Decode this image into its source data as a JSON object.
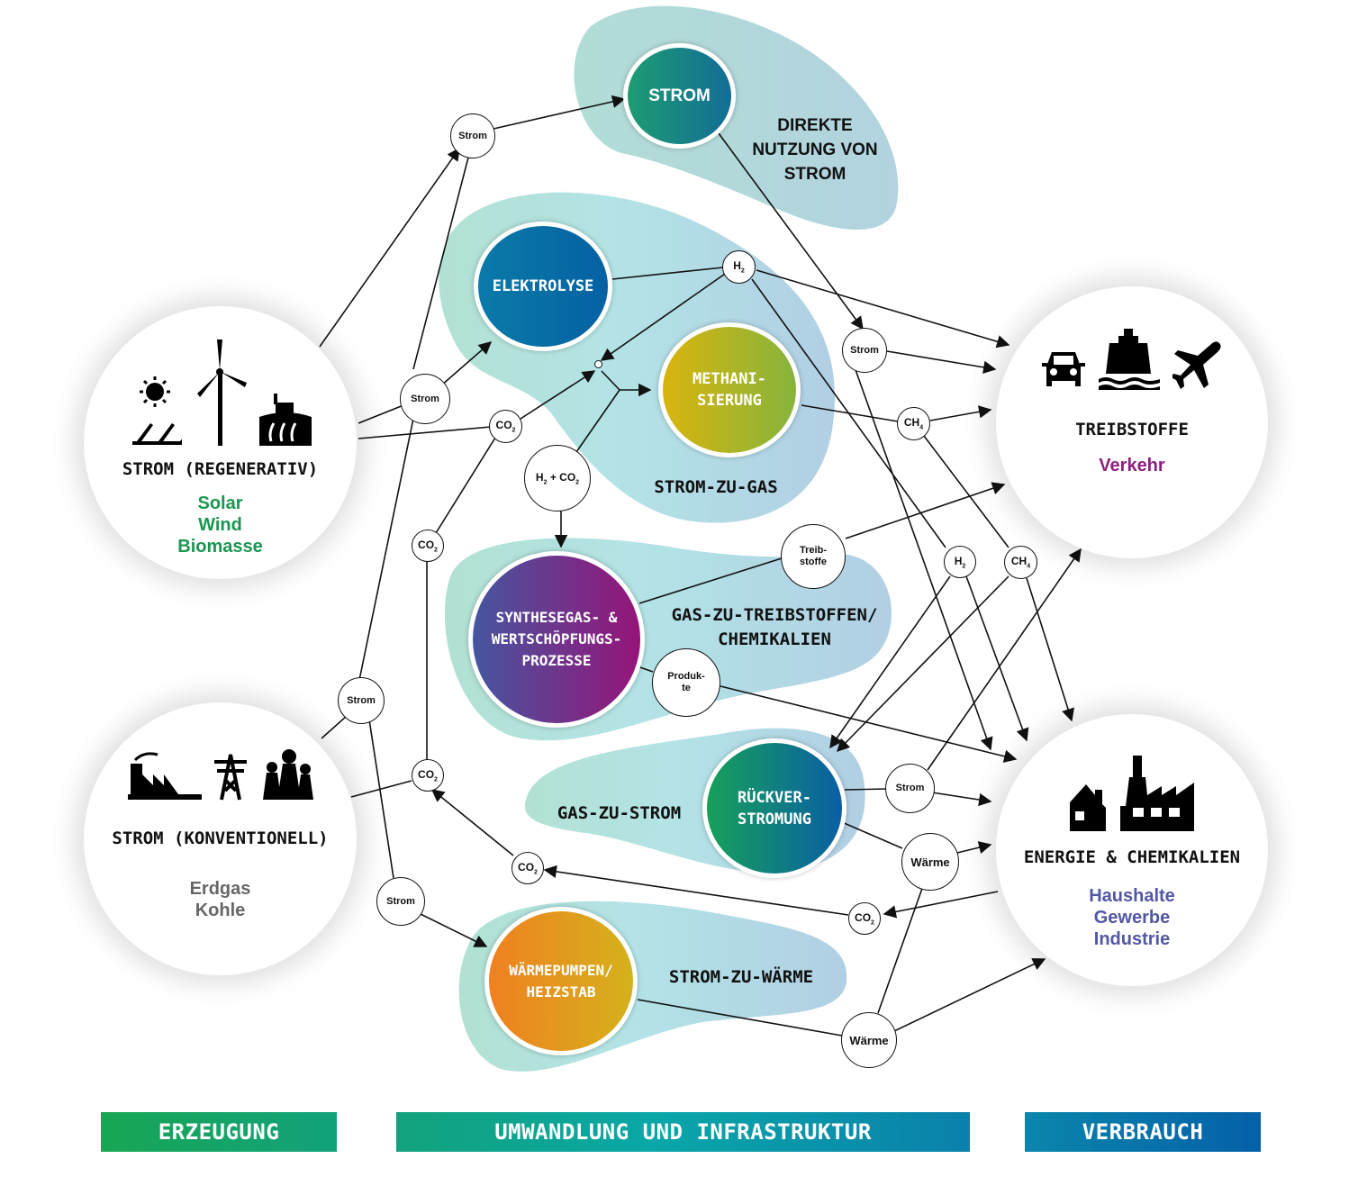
{
  "sources": {
    "renewable": {
      "title": "STROM (REGENERATIV)",
      "sub": [
        "Solar",
        "Wind",
        "Biomasse"
      ],
      "sub_color": "#1a9650",
      "icons": [
        "sun-icon",
        "solar-panels-icon",
        "wind-turbine-icon",
        "biogas-plant-icon"
      ]
    },
    "conventional": {
      "title": "STROM (KONVENTIONELL)",
      "sub": [
        "Erdgas",
        "Kohle"
      ],
      "sub_color": "#666666",
      "icons": [
        "factory-icon",
        "power-pylon-icon",
        "cooling-towers-icon"
      ]
    }
  },
  "consumers": {
    "fuels": {
      "title": "TREIBSTOFFE",
      "sub": [
        "Verkehr"
      ],
      "sub_color": "#8e1f80",
      "icons": [
        "car-icon",
        "ship-icon",
        "airplane-icon"
      ]
    },
    "energy": {
      "title": "ENERGIE & CHEMIKALIEN",
      "sub": [
        "Haushalte",
        "Gewerbe",
        "Industrie"
      ],
      "sub_color": "#5358a3",
      "icons": [
        "house-icon",
        "factory-icon"
      ]
    }
  },
  "processes": {
    "strom": {
      "label": "STROM",
      "colors": [
        "#1e9c72",
        "#136d96"
      ]
    },
    "elektrolyse": {
      "label": "ELEKTROLYSE",
      "colors": [
        "#0b7aa8",
        "#0561a3"
      ]
    },
    "methanisierung": {
      "label1": "METHANI-",
      "label2": "SIERUNG",
      "colors": [
        "#d9b40e",
        "#86b43c"
      ]
    },
    "synthese": {
      "label1": "SYNTHESEGAS- &",
      "label2": "WERTSCHÖPFUNGS-",
      "label3": "PROZESSE",
      "colors": [
        "#46569f",
        "#961479"
      ]
    },
    "rueckverstromung": {
      "label1": "RÜCKVER-",
      "label2": "STROMUNG",
      "colors": [
        "#17a05a",
        "#0a5fa4"
      ]
    },
    "waermepumpen": {
      "label1": "WÄRMEPUMPEN/",
      "label2": "HEIZSTAB",
      "colors": [
        "#f08020",
        "#d4b21c"
      ]
    }
  },
  "zones": {
    "direkt": [
      "DIREKTE",
      "NUTZUNG VON",
      "STROM"
    ],
    "gas": "STROM-ZU-GAS",
    "treibstoffe": [
      "GAS-ZU-TREIBSTOFFEN/",
      "CHEMIKALIEN"
    ],
    "gasstrom": "GAS-ZU-STROM",
    "waerme": "STROM-ZU-WÄRME"
  },
  "nodes": {
    "strom_top": "Strom",
    "strom_ren": "Strom",
    "strom_mid": "Strom",
    "strom_conv": "Strom",
    "strom_low": "Strom",
    "strom_rueck": "Strom",
    "h2_top": "H2",
    "h2_right": "H2",
    "ch4_top": "CH4",
    "ch4_right": "CH4",
    "co2_a": "CO2",
    "co2_b": "CO2",
    "co2_c": "CO2",
    "co2_d": "CO2",
    "co2_e": "CO2",
    "h2co2": "H2 + CO2",
    "treibstoffe": [
      "Treib-",
      "stoffe"
    ],
    "produkte": [
      "Produk-",
      "te"
    ],
    "waerme_a": "Wärme",
    "waerme_b": "Wärme"
  },
  "footer": {
    "erzeugung": "ERZEUGUNG",
    "umwandlung": "UMWANDLUNG UND INFRASTRUKTUR",
    "verbrauch": "VERBRAUCH"
  }
}
